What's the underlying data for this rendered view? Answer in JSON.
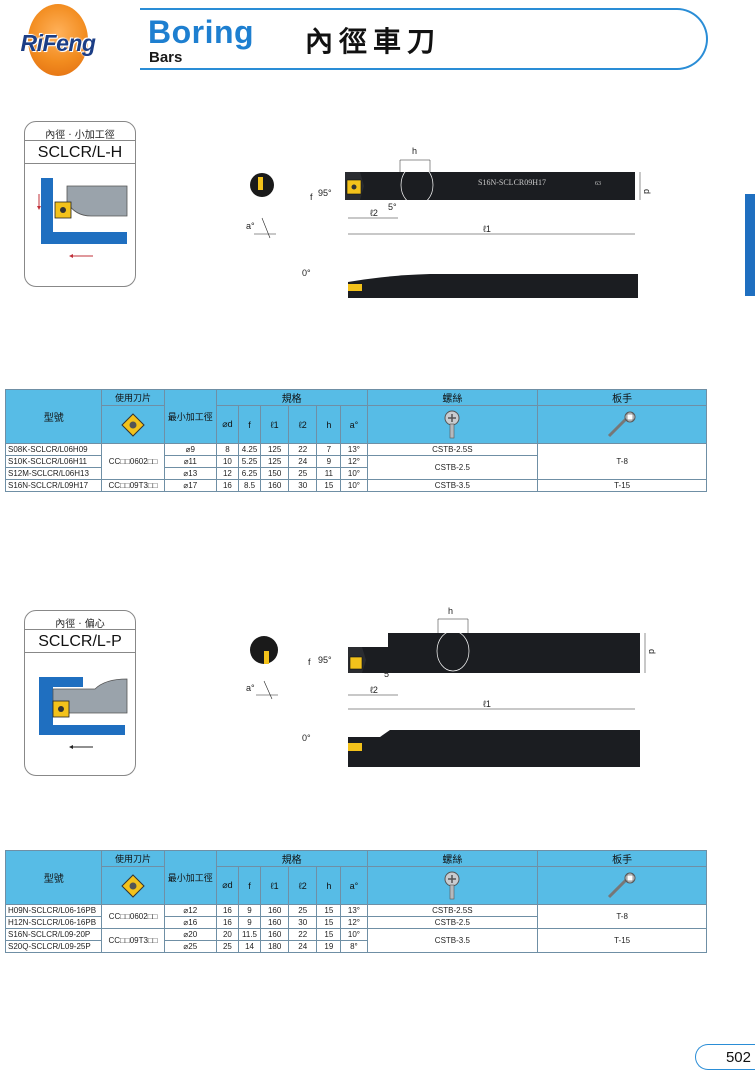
{
  "header": {
    "logo_text": "RiFeng",
    "title_en": "Boring",
    "subtitle_en": "Bars",
    "title_cn": "內徑車刀",
    "accent_color": "#2a8dd6",
    "table_header_color": "#57bce6"
  },
  "section1": {
    "card_sub": "內徑 ‧ 小加工徑",
    "card_code": "SCLCR/L-H",
    "tool_marking": "S16N-SCLCR09H17",
    "tool_marking_suffix": "63",
    "dims": {
      "h": "h",
      "d": "d",
      "f": "f",
      "angle": "95°",
      "small_angle": "5°",
      "l2": "ℓ2",
      "l1": "ℓ1",
      "a": "a°",
      "zero": "0°"
    },
    "table": {
      "col_model": "型號",
      "col_insert": "使用刀片",
      "col_min_bore": "最小加工徑",
      "col_spec": "規格",
      "col_screw": "螺絲",
      "col_wrench": "板手",
      "sub_d": "⌀d",
      "sub_f": "f",
      "sub_l1": "ℓ1",
      "sub_l2": "ℓ2",
      "sub_h": "h",
      "sub_a": "a°",
      "insert_label": "CC□□0602□□",
      "insert_label_2": "CC□□09T3□□",
      "wrench_1": "T-8",
      "wrench_2": "T-15",
      "rows": [
        {
          "model": "S08K-SCLCR/L06H09",
          "min": "⌀9",
          "d": "8",
          "f": "4.25",
          "l1": "125",
          "l2": "22",
          "h": "7",
          "a": "13°",
          "screw": "CSTB-2.5S"
        },
        {
          "model": "S10K-SCLCR/L06H11",
          "min": "⌀11",
          "d": "10",
          "f": "5.25",
          "l1": "125",
          "l2": "24",
          "h": "9",
          "a": "12°",
          "screw": "CSTB-2.5"
        },
        {
          "model": "S12M-SCLCR/L06H13",
          "min": "⌀13",
          "d": "12",
          "f": "6.25",
          "l1": "150",
          "l2": "25",
          "h": "11",
          "a": "10°",
          "screw": ""
        },
        {
          "model": "S16N-SCLCR/L09H17",
          "min": "⌀17",
          "d": "16",
          "f": "8.5",
          "l1": "160",
          "l2": "30",
          "h": "15",
          "a": "10°",
          "screw": "CSTB-3.5"
        }
      ]
    }
  },
  "section2": {
    "card_sub": "內徑 ‧ 偏心",
    "card_code": "SCLCR/L-P",
    "dims": {
      "h": "h",
      "d": "d",
      "f": "f",
      "angle": "95°",
      "small_angle": "5°",
      "l2": "ℓ2",
      "l1": "ℓ1",
      "a": "a°",
      "zero": "0°"
    },
    "table": {
      "col_model": "型號",
      "col_insert": "使用刀片",
      "col_min_bore": "最小加工徑",
      "col_spec": "規格",
      "col_screw": "螺絲",
      "col_wrench": "板手",
      "sub_d": "⌀d",
      "sub_f": "f",
      "sub_l1": "ℓ1",
      "sub_l2": "ℓ2",
      "sub_h": "h",
      "sub_a": "a°",
      "insert_label": "CC□□0602□□",
      "insert_label_2": "CC□□09T3□□",
      "wrench_1": "T-8",
      "wrench_2": "T-15",
      "rows": [
        {
          "model": "H09N-SCLCR/L06-16PB",
          "min": "⌀12",
          "d": "16",
          "f": "9",
          "l1": "160",
          "l2": "25",
          "h": "15",
          "a": "13°",
          "screw": "CSTB-2.5S"
        },
        {
          "model": "H12N-SCLCR/L06-16PB",
          "min": "⌀16",
          "d": "16",
          "f": "9",
          "l1": "160",
          "l2": "30",
          "h": "15",
          "a": "12°",
          "screw": "CSTB-2.5"
        },
        {
          "model": "S16N-SCLCR/L09-20P",
          "min": "⌀20",
          "d": "20",
          "f": "11.5",
          "l1": "160",
          "l2": "22",
          "h": "15",
          "a": "10°",
          "screw": "CSTB-3.5"
        },
        {
          "model": "S20Q-SCLCR/L09-25P",
          "min": "⌀25",
          "d": "25",
          "f": "14",
          "l1": "180",
          "l2": "24",
          "h": "19",
          "a": "8°",
          "screw": ""
        }
      ]
    }
  },
  "footer": {
    "page_number": "502"
  }
}
